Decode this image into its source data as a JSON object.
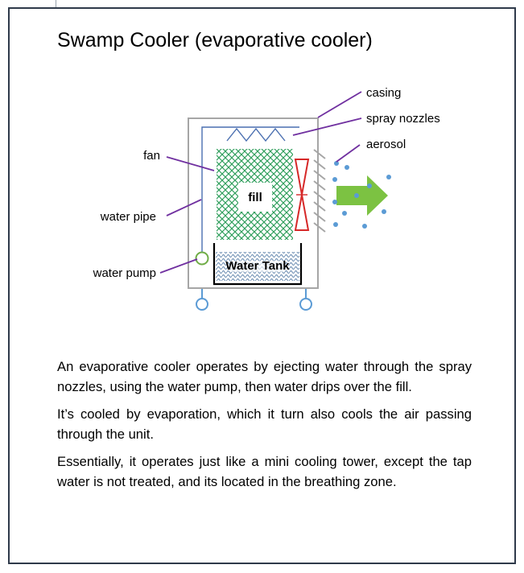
{
  "title": "Swamp Cooler (evaporative cooler)",
  "diagram": {
    "labels": {
      "casing": "casing",
      "spray_nozzles": "spray nozzles",
      "aerosol": "aerosol",
      "fan": "fan",
      "water_pipe": "water pipe",
      "water_pump": "water pump",
      "fill": "fill",
      "water_tank": "Water Tank"
    },
    "colors": {
      "casing": "#a6a6a6",
      "pipe": "#4a6fb0",
      "fill": "#2e9e5b",
      "fan": "#d62828",
      "arrow": "#7cc242",
      "aerosol": "#5b9bd5",
      "leader": "#7030a0",
      "pump": "#70ad47",
      "wheel": "#5b9bd5"
    }
  },
  "paragraphs": [
    "An evaporative cooler operates by ejecting water through the spray nozzles, using the water pump, then water drips over the fill.",
    "It’s cooled by evaporation, which it turn also cools the air passing through the unit.",
    "Essentially, it operates just like a mini cooling tower, except the tap water is not treated, and its located in the breathing zone."
  ]
}
